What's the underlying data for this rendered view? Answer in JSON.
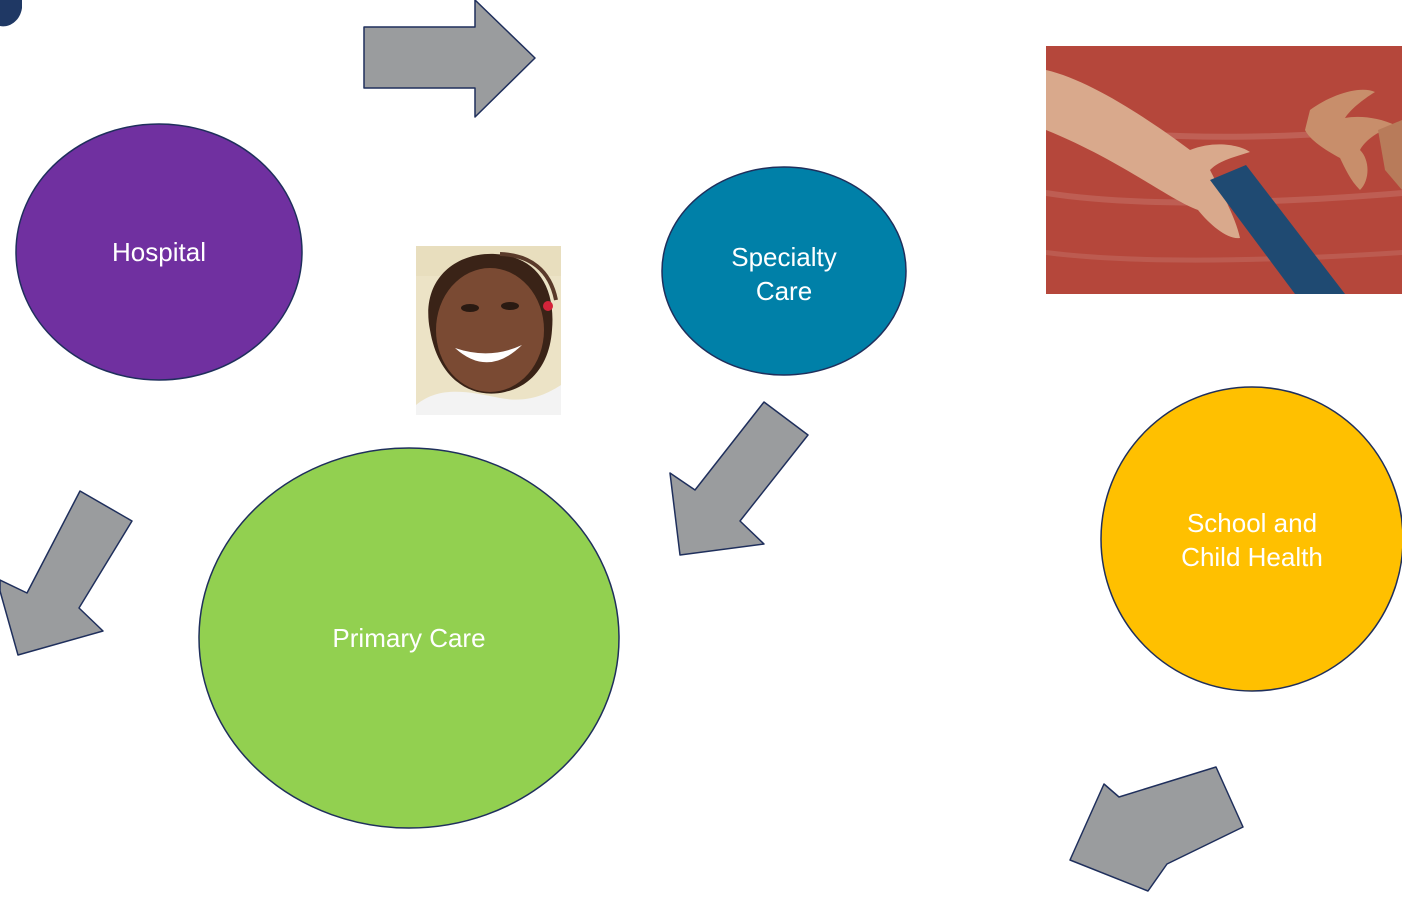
{
  "diagram": {
    "nodes": [
      {
        "id": "hospital",
        "label": "Hospital",
        "color": "#7030A0"
      },
      {
        "id": "specialty",
        "label": "Specialty\nCare",
        "color": "#0080A8"
      },
      {
        "id": "primary",
        "label": "Primary Care",
        "color": "#92D050"
      },
      {
        "id": "school",
        "label": "School and\nChild Health",
        "color": "#FFC000"
      }
    ],
    "colors": {
      "arrow": "#9A9C9E",
      "outline": "#1F2F5C",
      "title": "#1F3864"
    },
    "icons": [
      "hand-off-baton-photo",
      "smiling-child-photo"
    ]
  }
}
